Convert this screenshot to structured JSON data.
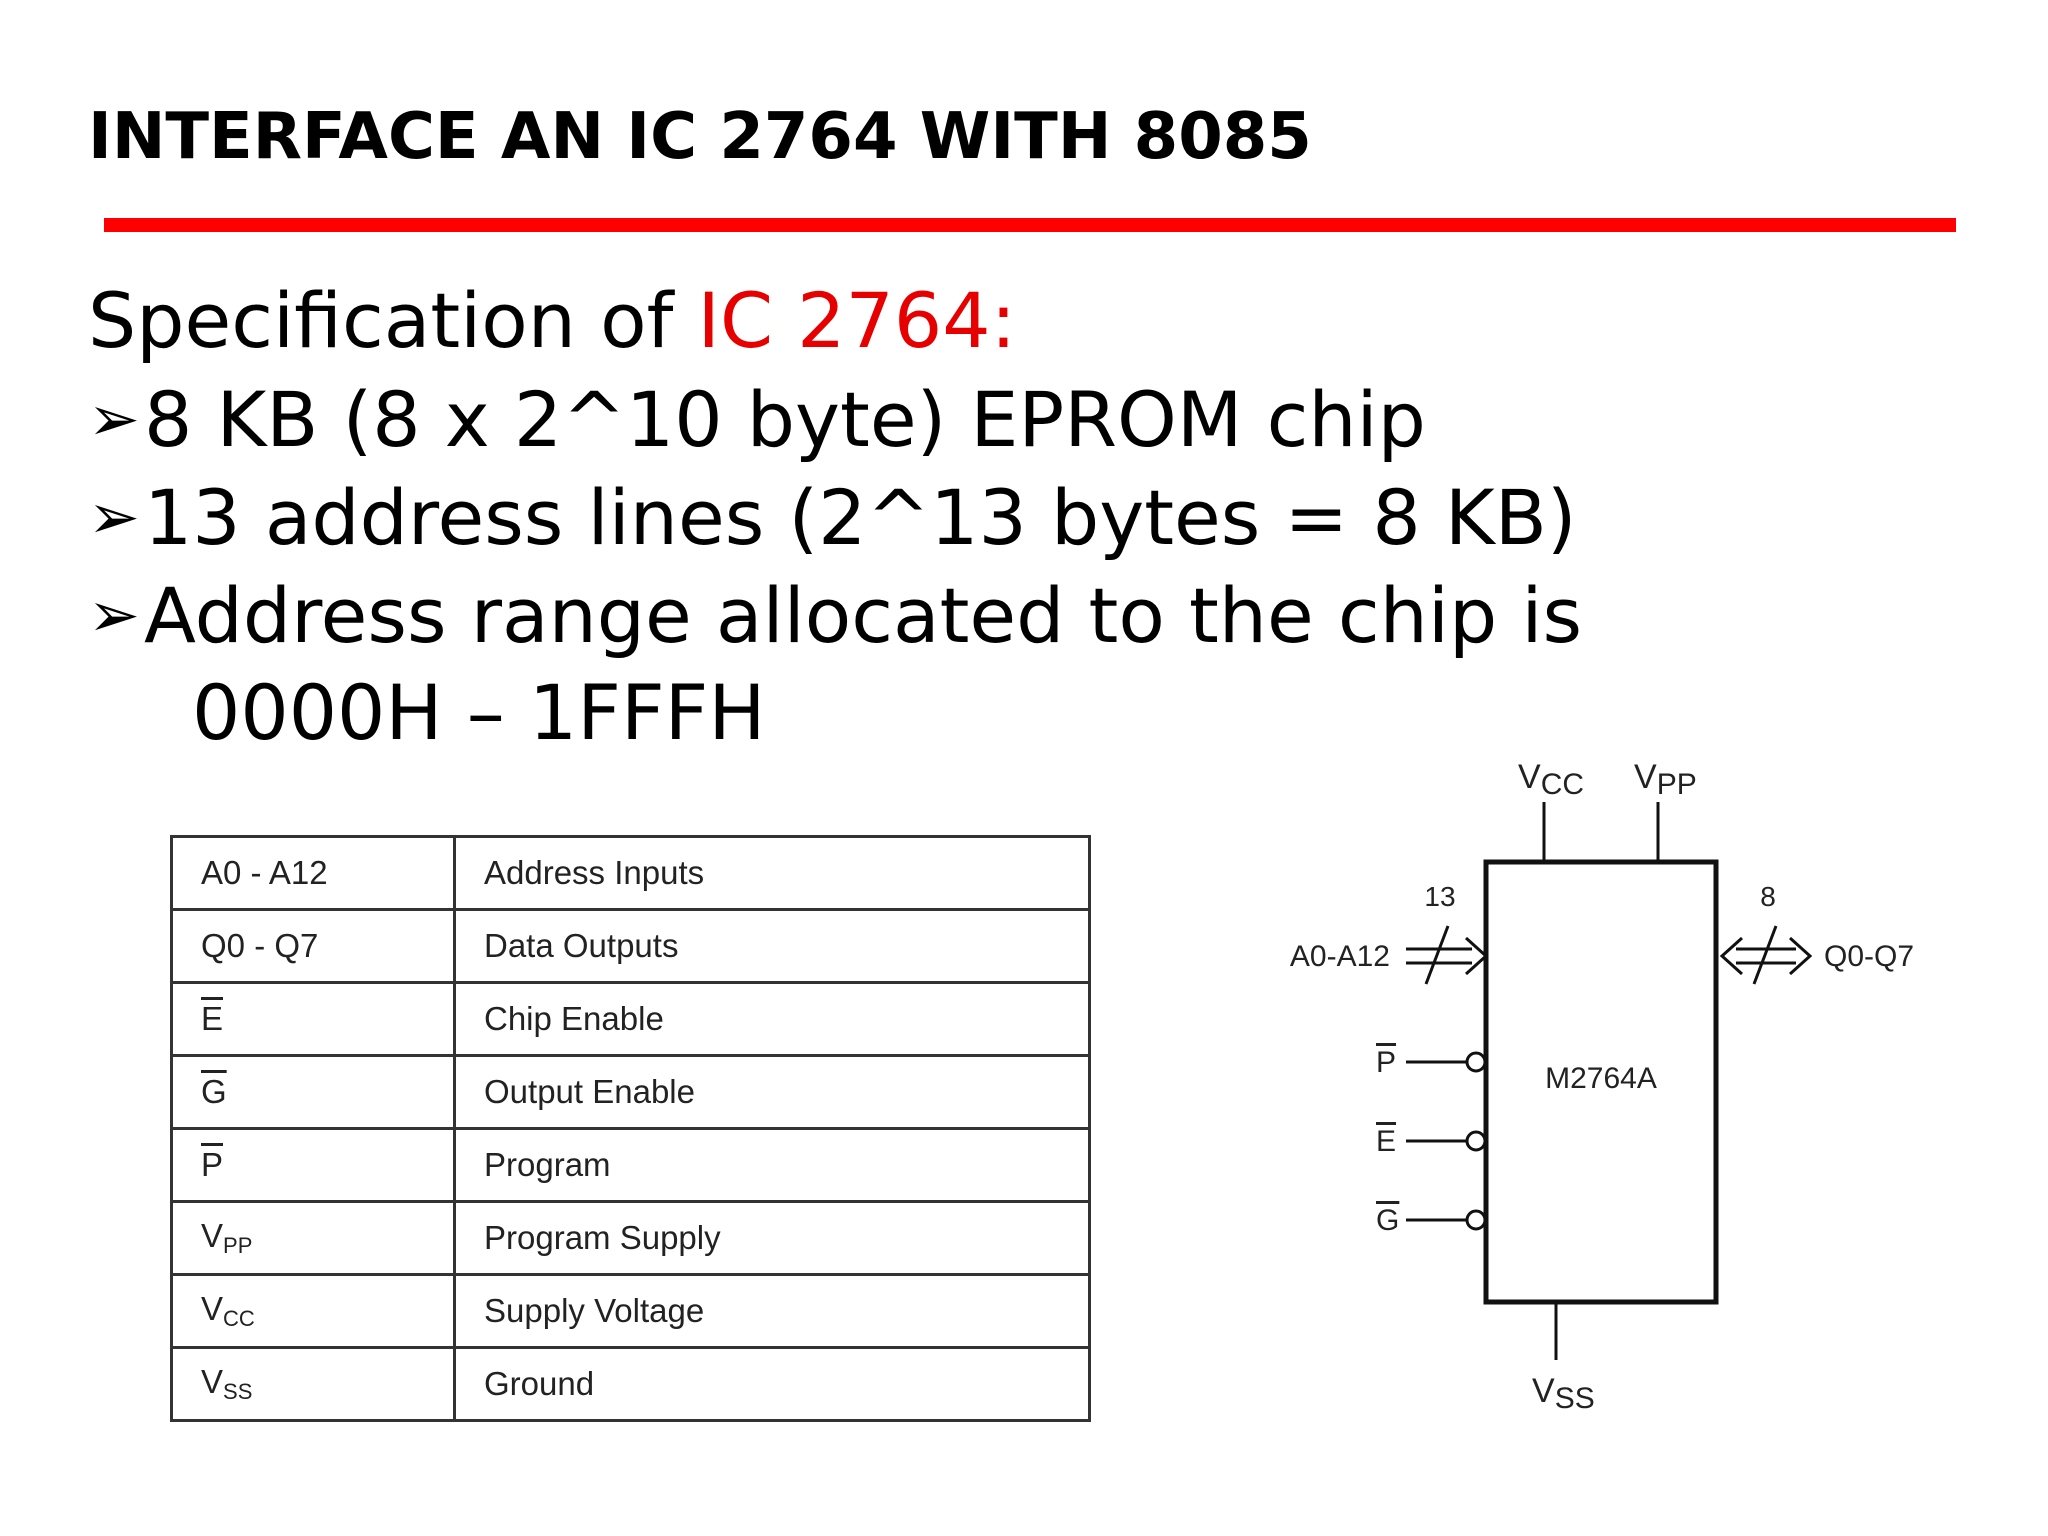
{
  "title": "INTERFACE AN IC 2764 WITH 8085",
  "spec": {
    "heading_prefix": "Specification of ",
    "heading_highlight": "IC 2764:",
    "bullet_glyph": "➢",
    "items": [
      "8 KB (8 x 2^10 byte) EPROM chip",
      "13 address lines (2^13 bytes = 8 KB)",
      "Address range allocated to the chip is"
    ],
    "range": "0000H – 1FFFH"
  },
  "pin_table": [
    {
      "pin": "A0 - A12",
      "pin_style": "plain",
      "desc": "Address Inputs"
    },
    {
      "pin": "Q0 - Q7",
      "pin_style": "plain",
      "desc": "Data Outputs"
    },
    {
      "pin": "E",
      "pin_style": "overline",
      "desc": "Chip Enable"
    },
    {
      "pin": "G",
      "pin_style": "overline",
      "desc": "Output Enable"
    },
    {
      "pin": "P",
      "pin_style": "overline",
      "desc": "Program"
    },
    {
      "pin": "V",
      "pin_sub": "PP",
      "pin_style": "subscript",
      "desc": "Program Supply"
    },
    {
      "pin": "V",
      "pin_sub": "CC",
      "pin_style": "subscript",
      "desc": "Supply Voltage"
    },
    {
      "pin": "V",
      "pin_sub": "SS",
      "pin_style": "subscript",
      "desc": "Ground"
    }
  ],
  "diagram": {
    "chip_label": "M2764A",
    "vcc": {
      "main": "V",
      "sub": "CC"
    },
    "vpp": {
      "main": "V",
      "sub": "PP"
    },
    "vss": {
      "main": "V",
      "sub": "SS"
    },
    "addr_label": "A0-A12",
    "addr_width": "13",
    "data_label": "Q0-Q7",
    "data_width": "8",
    "control_pins": [
      "P",
      "E",
      "G"
    ]
  },
  "colors": {
    "accent_red": "#ff0000",
    "highlight_red": "#e60000"
  }
}
